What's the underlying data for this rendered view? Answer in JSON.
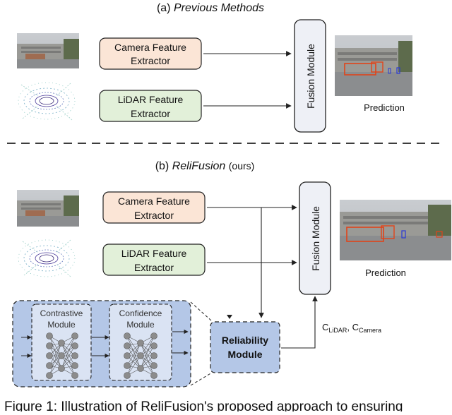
{
  "panel_a": {
    "title_prefix": "(a)",
    "title_main": "Previous Methods",
    "camera_box": [
      "Camera Feature",
      "Extractor"
    ],
    "lidar_box": [
      "LiDAR Feature",
      "Extractor"
    ],
    "fusion_label": "Fusion Module",
    "prediction_label": "Prediction"
  },
  "panel_b": {
    "title_prefix": "(b)",
    "title_main": "ReliFusion",
    "title_suffix": "(ours)",
    "camera_box": [
      "Camera Feature",
      "Extractor"
    ],
    "lidar_box": [
      "LiDAR Feature",
      "Extractor"
    ],
    "fusion_label": "Fusion Module",
    "prediction_label": "Prediction",
    "contrastive_module": [
      "Contrastive",
      "Module"
    ],
    "confidence_module": [
      "Confidence",
      "Module"
    ],
    "reliability_module": [
      "Reliability",
      "Module"
    ],
    "confidence_labels": {
      "c1": "C",
      "c1_sub": "LiDAR",
      "sep": ", ",
      "c2": "C",
      "c2_sub": "Camera"
    }
  },
  "caption": "Figure 1: Illustration of ReliFusion's proposed approach to ensuring",
  "colors": {
    "camera_fill": "#fbe5d6",
    "lidar_fill": "#e2f0d9",
    "fusion_fill": "#eef0f6",
    "module_outer": "#b4c7e7",
    "module_inner": "#dae3f3",
    "neuron": "#8c8c8c"
  }
}
